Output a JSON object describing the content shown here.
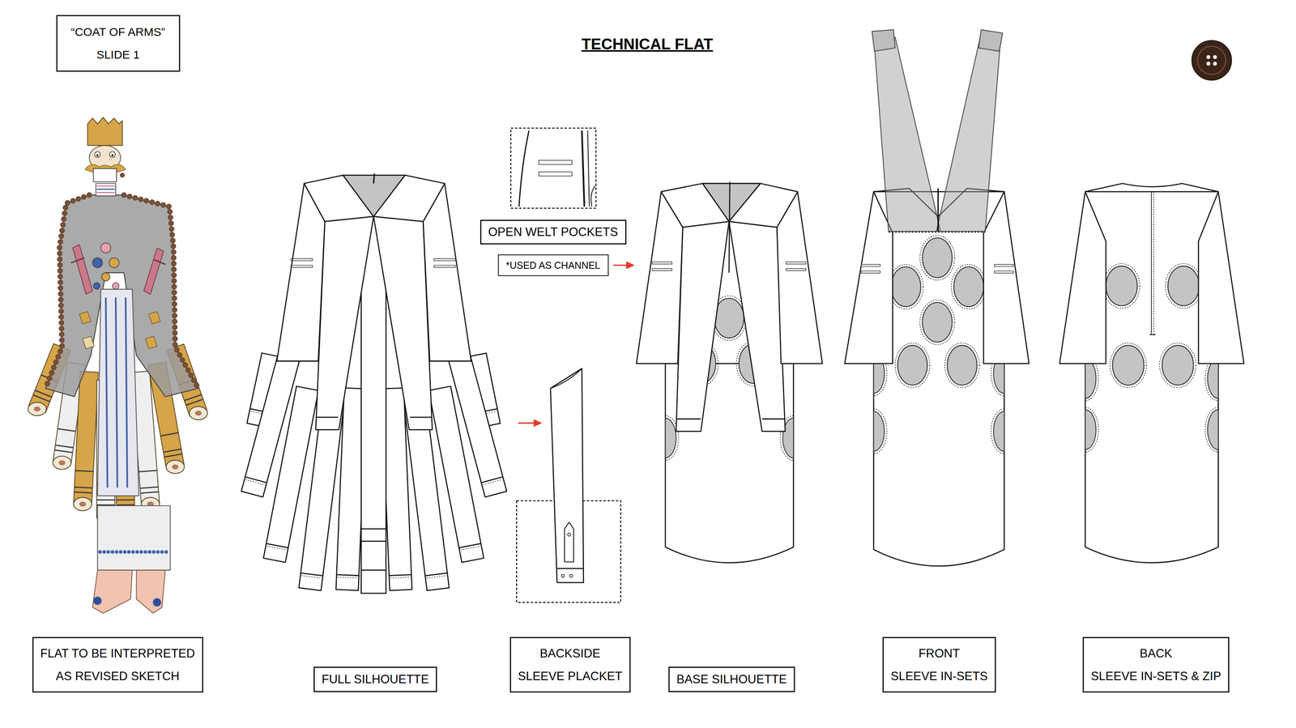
{
  "diagram": {
    "title": "TECHNICAL FLAT",
    "nodes": [
      {
        "text": [
          "“COAT OF ARMS”",
          "SLIDE 1"
        ]
      },
      {
        "text": [
          "OPEN WELT POCKETS"
        ]
      },
      {
        "text": [
          "*USED AS CHANNEL"
        ]
      },
      {
        "text": [
          "FLAT TO BE INTERPRETED",
          "AS REVISED SKETCH"
        ]
      },
      {
        "text": [
          "FULL SILHOUETTE"
        ]
      },
      {
        "text": [
          "BACKSIDE",
          "SLEEVE PLACKET"
        ]
      },
      {
        "text": [
          "BASE SILHOUETTE"
        ]
      },
      {
        "text": [
          "FRONT",
          "SLEEVE IN-SETS"
        ]
      },
      {
        "text": [
          "BACK",
          "SLEEVE IN-SETS & ZIP"
        ]
      }
    ]
  }
}
